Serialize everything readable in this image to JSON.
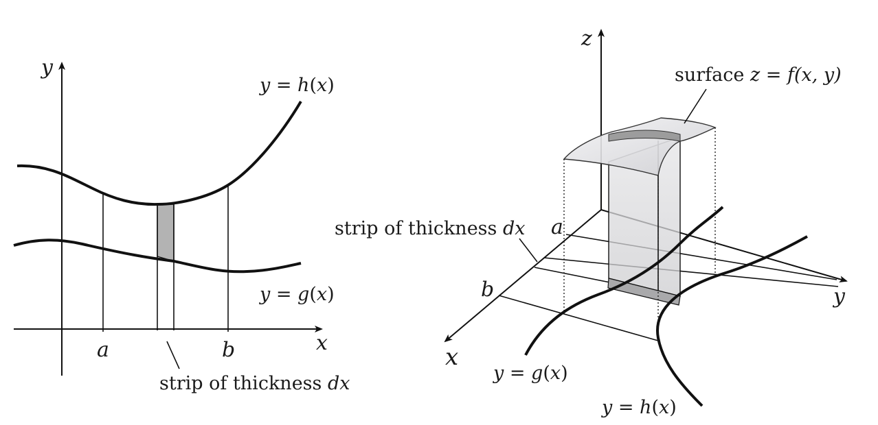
{
  "left_panel": {
    "axis_x": "x",
    "axis_y": "y",
    "tick_a": "a",
    "tick_b": "b",
    "upper_curve": {
      "lhs": "y = ",
      "fn": "h",
      "arg": "(",
      "var": "x",
      "close": ")"
    },
    "lower_curve": {
      "lhs": "y = ",
      "fn": "g",
      "arg": "(",
      "var": "x",
      "close": ")"
    },
    "strip_label": {
      "text": "strip of thickness ",
      "var": "dx"
    }
  },
  "right_panel": {
    "axis_x": "x",
    "axis_y": "y",
    "axis_z": "z",
    "tick_a": "a",
    "tick_b": "b",
    "surface_label": {
      "text": "surface ",
      "z": "z",
      "eq": " = ",
      "f": "f",
      "args": "(x, y)"
    },
    "strip_label": {
      "text": "strip of thickness ",
      "var": "dx"
    },
    "g_curve": {
      "lhs": "y = ",
      "fn": "g",
      "arg": "(",
      "var": "x",
      "close": ")"
    },
    "h_curve": {
      "lhs": "y = ",
      "fn": "h",
      "arg": "(",
      "var": "x",
      "close": ")"
    }
  },
  "colors": {
    "strip_fill": "#b3b3b3",
    "surface_fill": "#e8e8ea",
    "surface_dark": "#8a8a8a",
    "panel_fill": "#d9d9db",
    "ink": "#111111"
  }
}
